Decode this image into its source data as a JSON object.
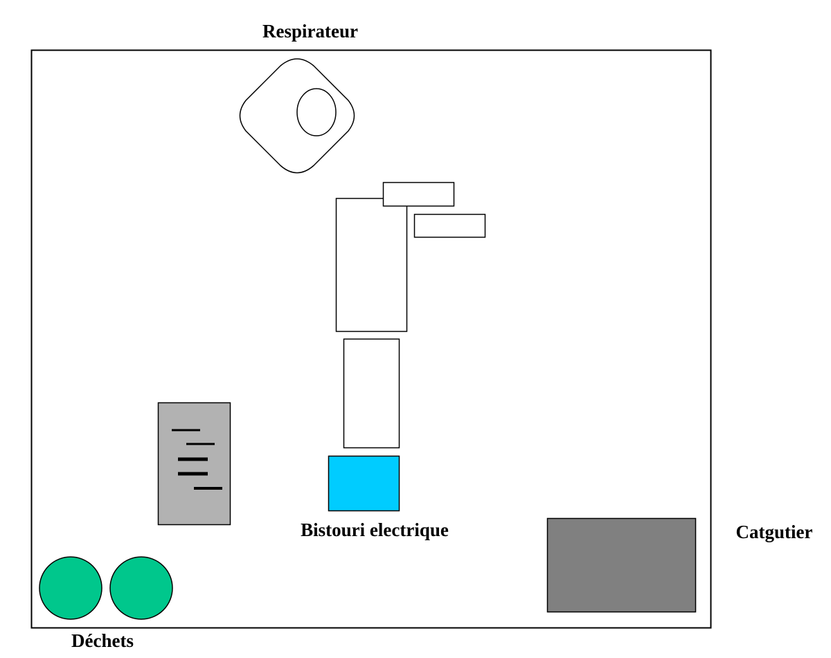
{
  "labels": {
    "respirator": "Respirateur",
    "electric_scalpel": "Bistouri electrique",
    "suture_cabinet": "Catgutier",
    "waste": "Déchets"
  },
  "colors": {
    "electric_scalpel": "#00ccff",
    "instrument_table": "#b2b2b2",
    "suture_cabinet": "#808080",
    "waste_bins": "#00c78c"
  }
}
